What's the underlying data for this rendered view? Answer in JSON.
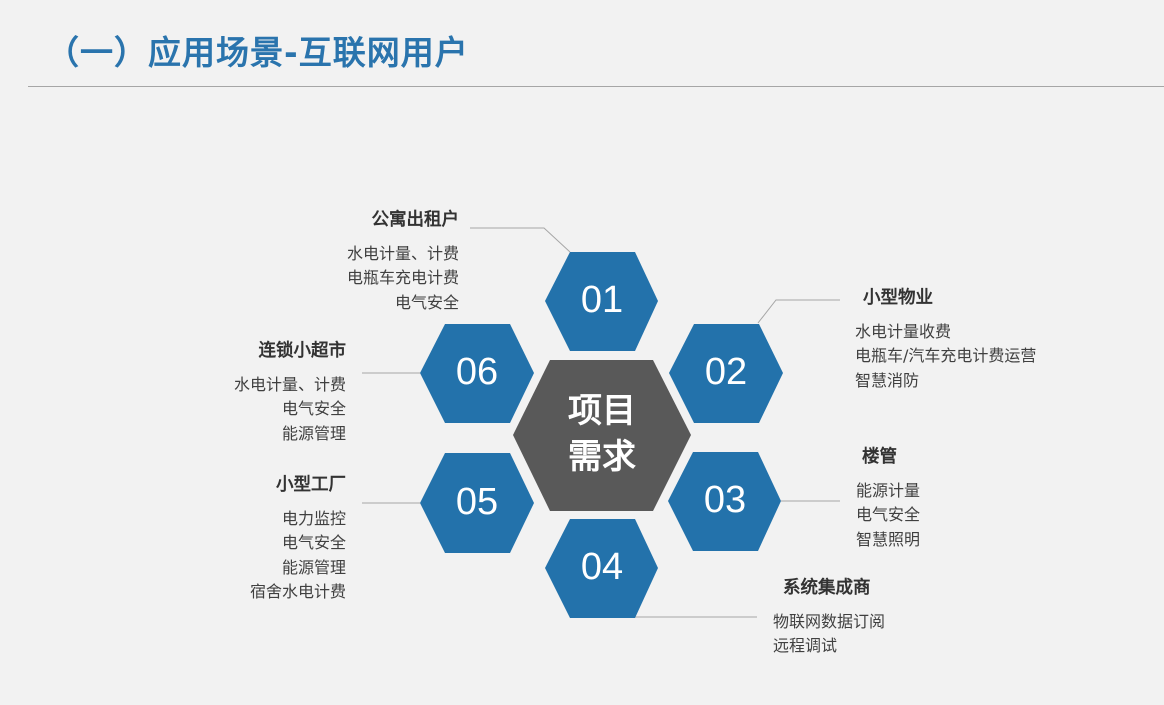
{
  "title": "（一）应用场景-互联网用户",
  "center": {
    "line1": "项目",
    "line2": "需求"
  },
  "colors": {
    "hex": "#2372ab",
    "center": "#595959",
    "background": "#f2f2f2"
  },
  "items": [
    {
      "num": "01",
      "heading": "公寓出租户",
      "lines": [
        "水电计量、计费",
        "电瓶车充电计费",
        "电气安全"
      ]
    },
    {
      "num": "02",
      "heading": "小型物业",
      "lines": [
        "水电计量收费",
        "电瓶车/汽车充电计费运营",
        "智慧消防"
      ]
    },
    {
      "num": "03",
      "heading": "楼管",
      "lines": [
        "能源计量",
        "电气安全",
        "智慧照明"
      ]
    },
    {
      "num": "04",
      "heading": "系统集成商",
      "lines": [
        "物联网数据订阅",
        "远程调试"
      ]
    },
    {
      "num": "05",
      "heading": "小型工厂",
      "lines": [
        "电力监控",
        "电气安全",
        "能源管理",
        "宿舍水电计费"
      ]
    },
    {
      "num": "06",
      "heading": "连锁小超市",
      "lines": [
        "水电计量、计费",
        "电气安全",
        "能源管理"
      ]
    }
  ]
}
